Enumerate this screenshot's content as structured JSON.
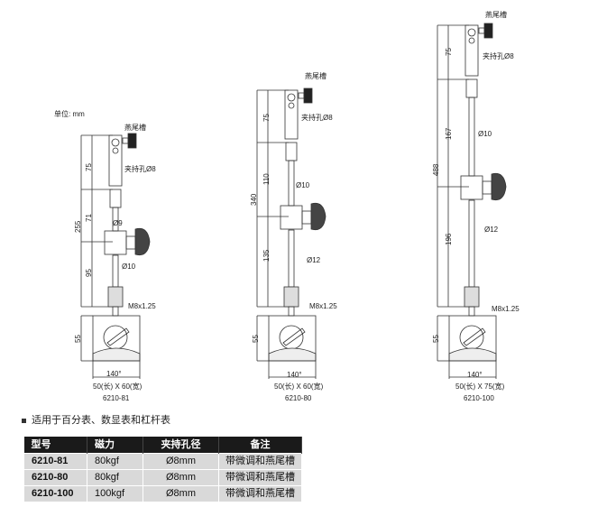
{
  "unit_label": "单位: mm",
  "stands": [
    {
      "model": "6210-81",
      "dovetail": "燕尾槽",
      "clamp_hole": "夹持孔Ø8",
      "dims": [
        "75",
        "255",
        "71",
        "95",
        "55"
      ],
      "dia_upper": "Ø9",
      "dia_lower": "Ø10",
      "thread": "M8x1.25",
      "angle": "140°",
      "base_size": "50(长) X 60(宽)"
    },
    {
      "model": "6210-80",
      "dovetail": "燕尾槽",
      "clamp_hole": "夹持孔Ø8",
      "dims": [
        "75",
        "340",
        "110",
        "135",
        "55"
      ],
      "dia_upper": "Ø10",
      "dia_lower": "Ø12",
      "thread": "M8x1.25",
      "angle": "140°",
      "base_size": "50(长) X 60(宽)"
    },
    {
      "model": "6210-100",
      "dovetail": "燕尾槽",
      "clamp_hole": "夹持孔Ø8",
      "dims": [
        "75",
        "488",
        "167",
        "196",
        "55"
      ],
      "dia_upper": "Ø10",
      "dia_lower": "Ø12",
      "thread": "M8x1.25",
      "angle": "140°",
      "base_size": "50(长) X 75(宽)"
    }
  ],
  "note": "适用于百分表、数显表和杠杆表",
  "table": {
    "headers": [
      "型号",
      "磁力",
      "夹持孔径",
      "备注"
    ],
    "rows": [
      [
        "6210-81",
        "80kgf",
        "Ø8mm",
        "带微调和燕尾槽"
      ],
      [
        "6210-80",
        "80kgf",
        "Ø8mm",
        "带微调和燕尾槽"
      ],
      [
        "6210-100",
        "100kgf",
        "Ø8mm",
        "带微调和燕尾槽"
      ]
    ]
  }
}
